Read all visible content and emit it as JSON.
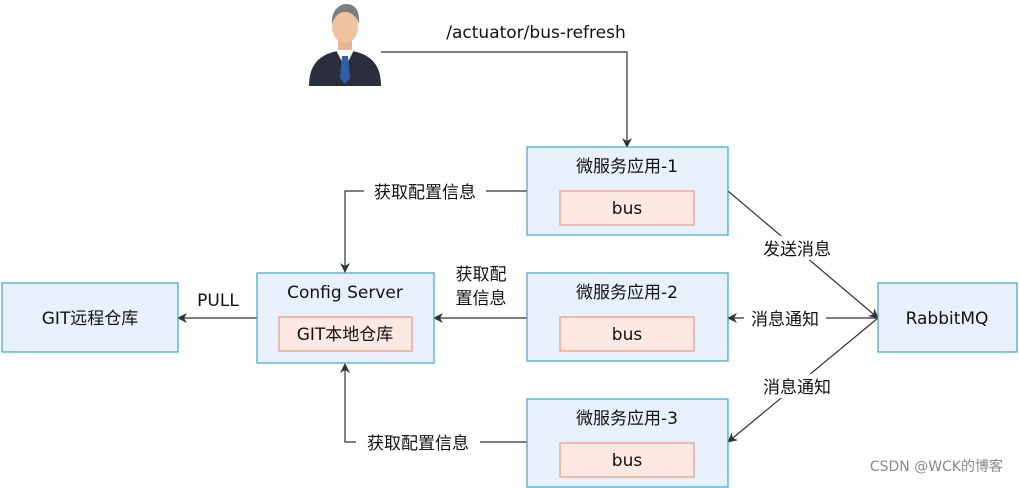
{
  "edges": {
    "refresh": "/actuator/bus-refresh",
    "fetch1": "获取配置信息",
    "fetch2_line1": "获取配",
    "fetch2_line2": "置信息",
    "fetch3": "获取配置信息",
    "pull": "PULL",
    "send": "发送消息",
    "notify2": "消息通知",
    "notify3": "消息通知"
  },
  "nodes": {
    "service1": {
      "title": "微服务应用-1",
      "inner": "bus"
    },
    "service2": {
      "title": "微服务应用-2",
      "inner": "bus"
    },
    "service3": {
      "title": "微服务应用-3",
      "inner": "bus"
    },
    "config": {
      "title": "Config Server",
      "inner": "GIT本地仓库"
    },
    "git": {
      "title": "GIT远程仓库"
    },
    "rabbit": {
      "title": "RabbitMQ"
    }
  },
  "watermark": "CSDN @WCK的博客",
  "icons": {
    "user": "businessman-icon"
  }
}
